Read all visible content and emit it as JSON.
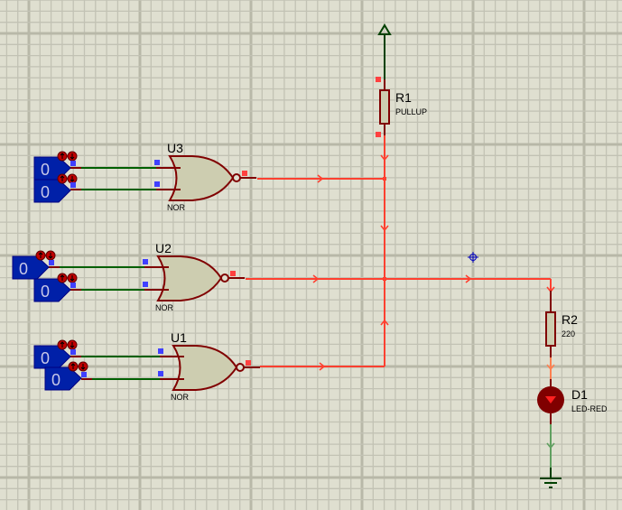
{
  "app": "Proteus ISIS schematic editor",
  "colors": {
    "background": "#dfdfd0",
    "grid_minor": "#c2c2b4",
    "grid_major": "#b8b8a8",
    "gate_fill": "#cdcdb0",
    "component_outline": "#800000",
    "wire_high": "#ff4030",
    "wire_low": "#006000",
    "wire_orange": "#ff8050",
    "wire_green_light": "#60a060",
    "logicstate_fill": "#0020a8",
    "pin_marker_blue": "#4040ff",
    "pin_marker_red": "#ff4040",
    "power_green": "#004000",
    "led_red": "#800000",
    "cursor": "#0000c0"
  },
  "gates": [
    {
      "ref": "U3",
      "type": "NOR",
      "input_states": [
        "0",
        "0"
      ]
    },
    {
      "ref": "U2",
      "type": "NOR",
      "input_states": [
        "0",
        "0"
      ]
    },
    {
      "ref": "U1",
      "type": "NOR",
      "input_states": [
        "0",
        "0"
      ]
    }
  ],
  "resistors": [
    {
      "ref": "R1",
      "value": "PULLUP"
    },
    {
      "ref": "R2",
      "value": "220"
    }
  ],
  "led": {
    "ref": "D1",
    "value": "LED-RED"
  },
  "logic_states": [
    "0",
    "0",
    "0",
    "0",
    "0",
    "0"
  ]
}
